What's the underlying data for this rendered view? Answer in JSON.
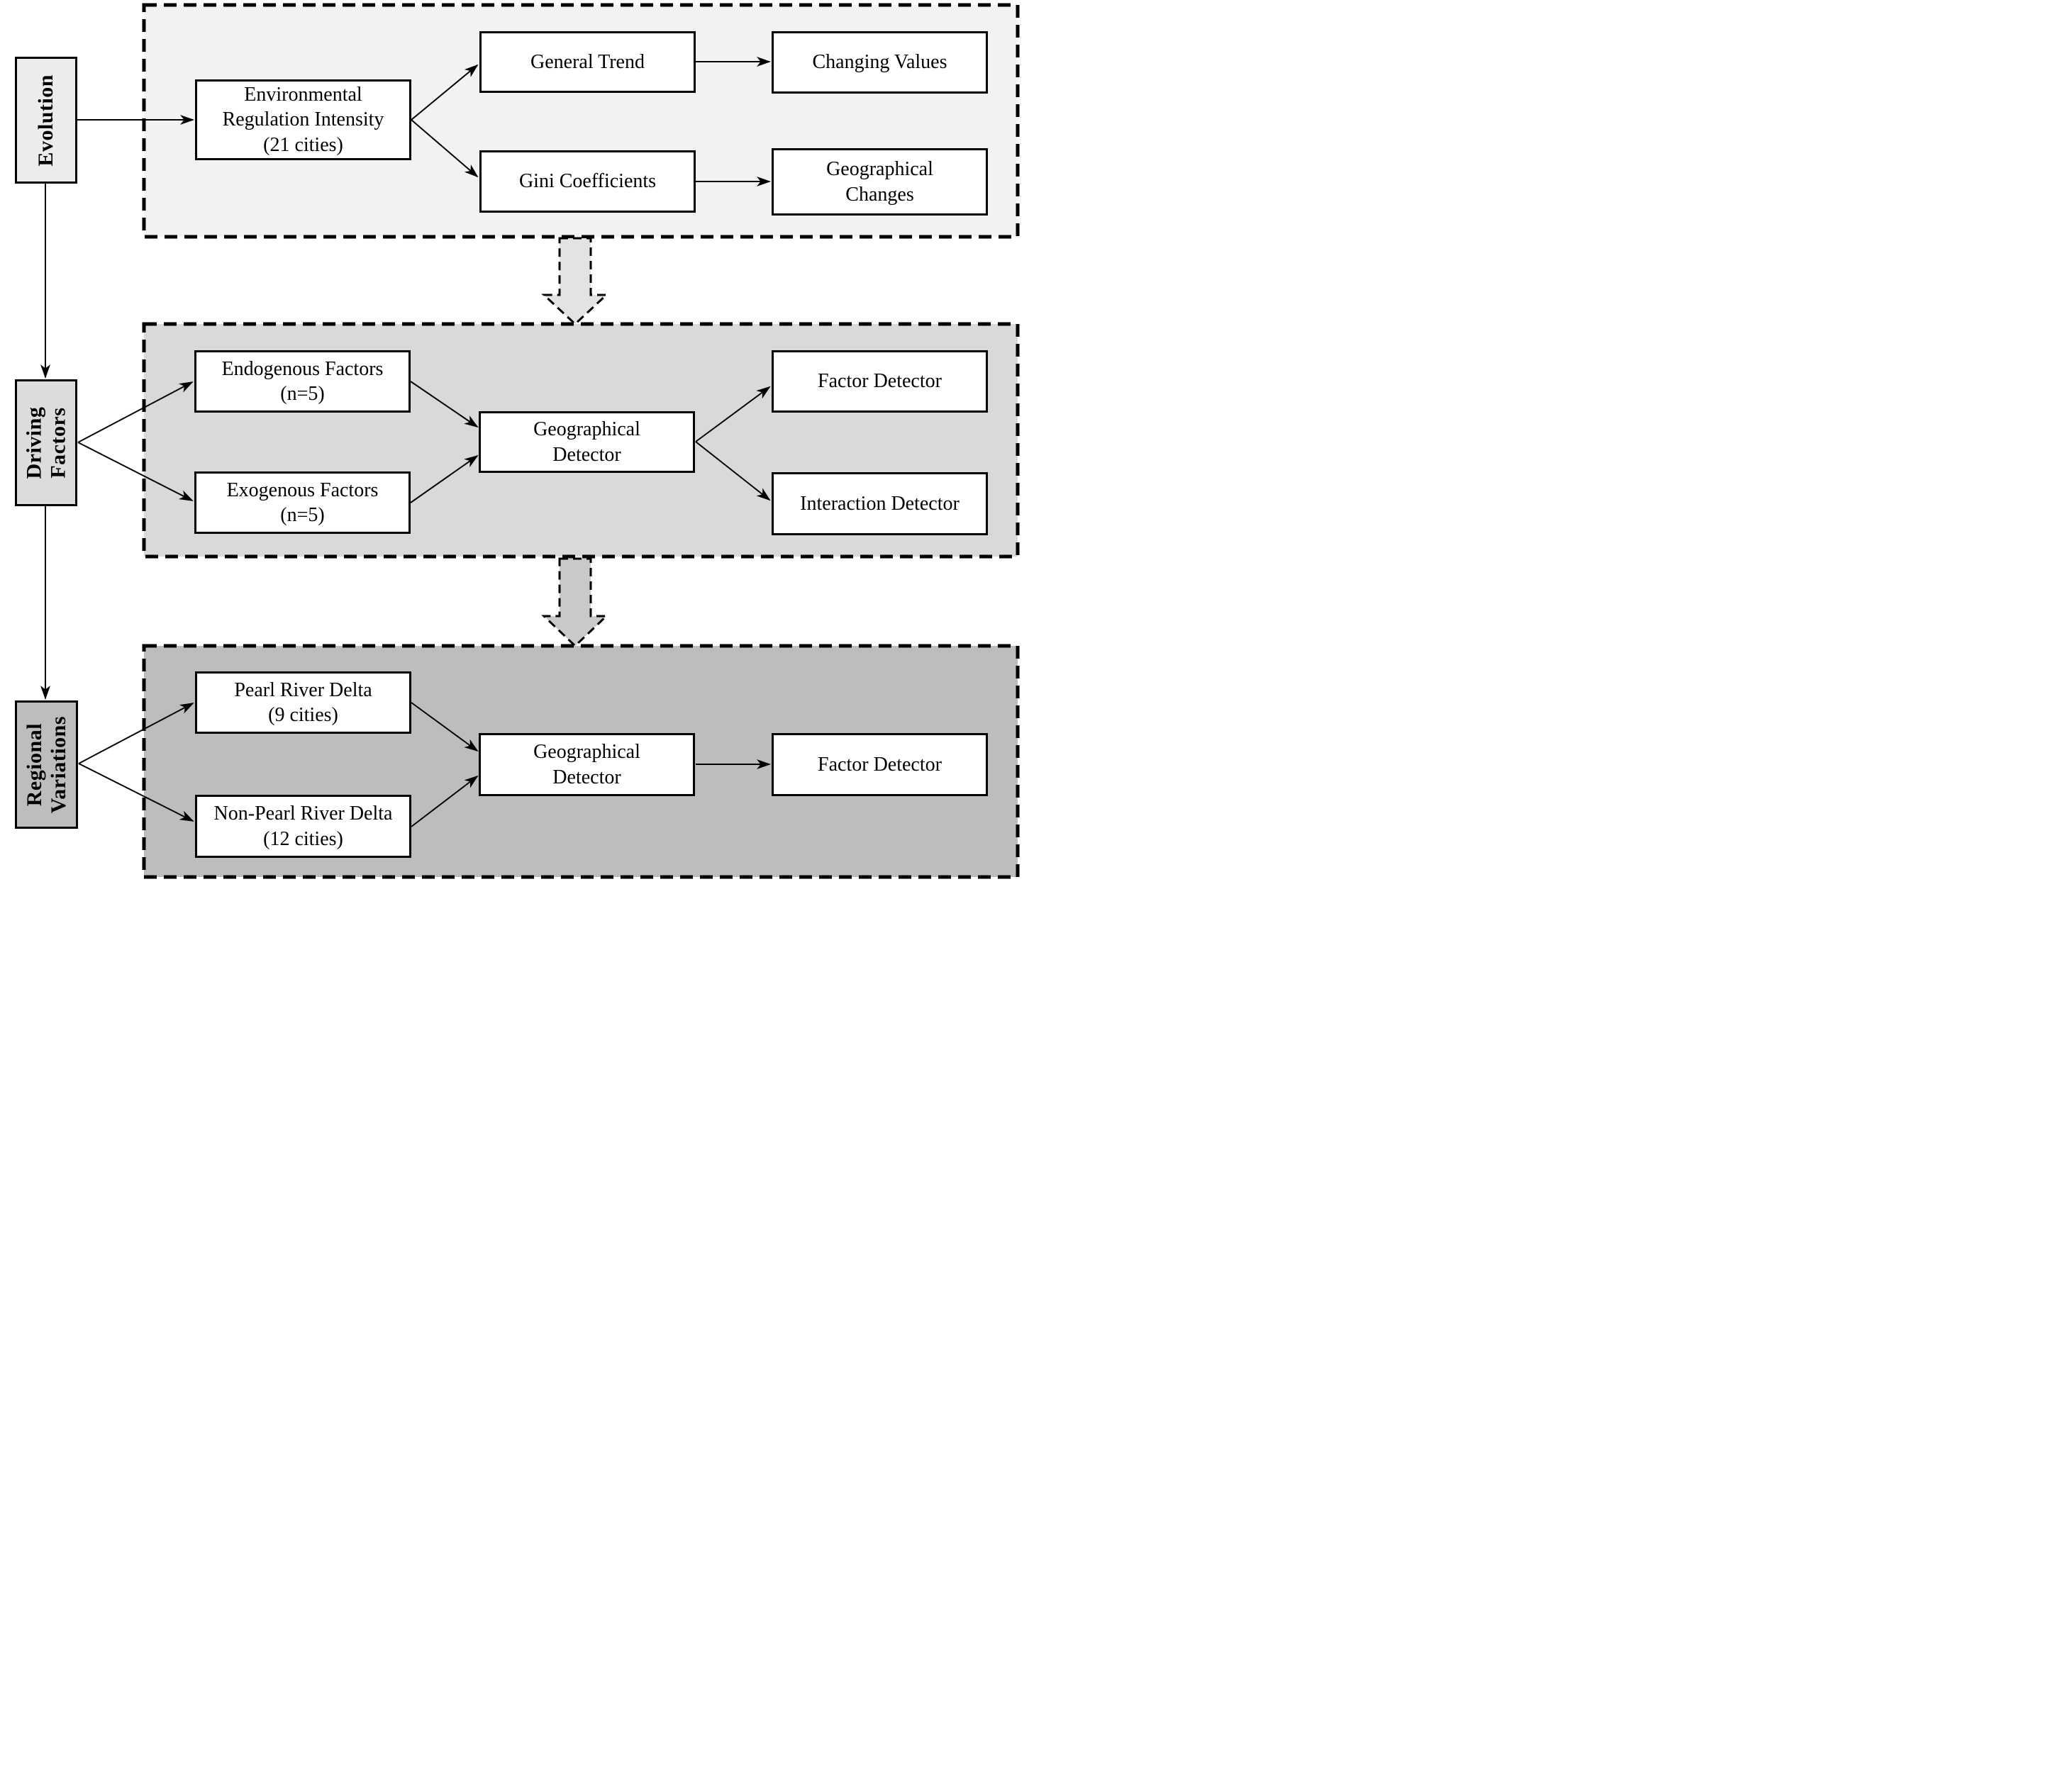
{
  "colors": {
    "background": "#ffffff",
    "line": "#000000",
    "node_fill": "#ffffff",
    "node_border": "#000000",
    "section_fills": [
      "#f2f2f2",
      "#d9d9d9",
      "#bdbdbd"
    ],
    "side_label_fills": [
      "#ececec",
      "#dcdcdc",
      "#bdbdbd"
    ],
    "connector_arrow_fills": [
      "#e3e3e3",
      "#c9c9c9"
    ]
  },
  "sections": [
    {
      "label": {
        "lines": [
          "Evolution"
        ]
      },
      "boxes": {
        "eri": {
          "lines": [
            "Environmental",
            "Regulation Intensity",
            "(21 cities)"
          ]
        },
        "general_trend": {
          "lines": [
            "General Trend"
          ]
        },
        "changing_values": {
          "lines": [
            "Changing Values"
          ]
        },
        "gini_coefficients": {
          "lines": [
            "Gini Coefficients"
          ]
        },
        "geographical_changes": {
          "lines": [
            "Geographical",
            "Changes"
          ]
        }
      }
    },
    {
      "label": {
        "lines": [
          "Driving",
          "Factors"
        ]
      },
      "boxes": {
        "endogenous": {
          "lines": [
            "Endogenous Factors",
            "(n=5)"
          ]
        },
        "exogenous": {
          "lines": [
            "Exogenous Factors",
            "(n=5)"
          ]
        },
        "geographical_detector": {
          "lines": [
            "Geographical",
            "Detector"
          ]
        },
        "factor_detector": {
          "lines": [
            "Factor Detector"
          ]
        },
        "interaction_detector": {
          "lines": [
            "Interaction Detector"
          ]
        }
      }
    },
    {
      "label": {
        "lines": [
          "Regional",
          "Variations"
        ]
      },
      "boxes": {
        "pearl_river_delta": {
          "lines": [
            "Pearl River Delta",
            "(9 cities)"
          ]
        },
        "non_pearl_river_delta": {
          "lines": [
            "Non-Pearl River Delta",
            "(12 cities)"
          ]
        },
        "geographical_detector": {
          "lines": [
            "Geographical",
            "Detector"
          ]
        },
        "factor_detector": {
          "lines": [
            "Factor Detector"
          ]
        }
      }
    }
  ],
  "edges": [
    [
      "evolution_label",
      "eri"
    ],
    [
      "eri",
      "general_trend"
    ],
    [
      "eri",
      "gini_coefficients"
    ],
    [
      "general_trend",
      "changing_values"
    ],
    [
      "gini_coefficients",
      "geographical_changes"
    ],
    [
      "evolution_label",
      "driving_factors_label"
    ],
    [
      "driving_factors_label",
      "regional_variations_label"
    ],
    [
      "driving_factors_label",
      "endogenous"
    ],
    [
      "driving_factors_label",
      "exogenous"
    ],
    [
      "endogenous",
      "geographical_detector_mid"
    ],
    [
      "exogenous",
      "geographical_detector_mid"
    ],
    [
      "geographical_detector_mid",
      "factor_detector_mid"
    ],
    [
      "geographical_detector_mid",
      "interaction_detector"
    ],
    [
      "regional_variations_label",
      "pearl_river_delta"
    ],
    [
      "regional_variations_label",
      "non_pearl_river_delta"
    ],
    [
      "pearl_river_delta",
      "geographical_detector_bottom"
    ],
    [
      "non_pearl_river_delta",
      "geographical_detector_bottom"
    ],
    [
      "geographical_detector_bottom",
      "factor_detector_bottom"
    ],
    [
      "section_evolution",
      "section_driving_factors"
    ],
    [
      "section_driving_factors",
      "section_regional_variations"
    ]
  ]
}
